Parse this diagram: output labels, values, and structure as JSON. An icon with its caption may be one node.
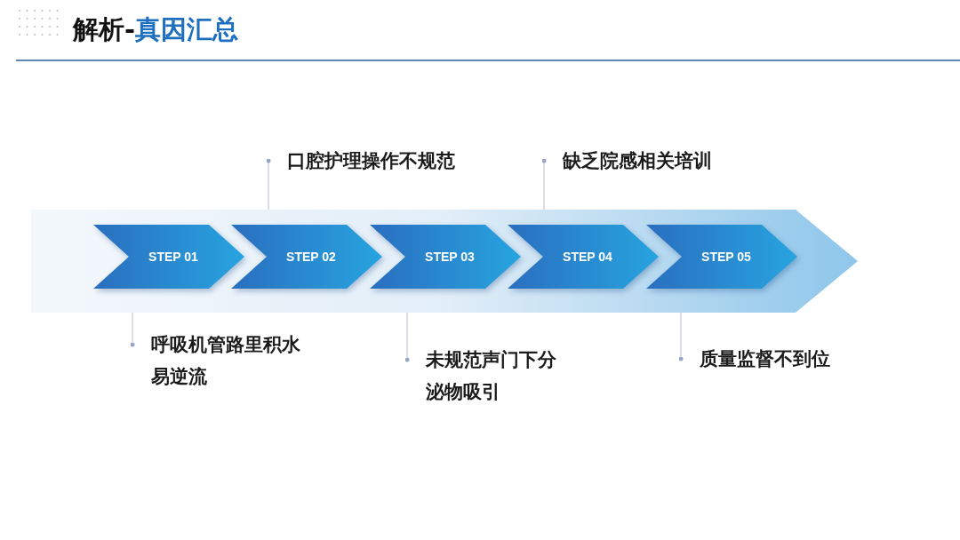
{
  "diagram": {
    "title": "解析-**真因汇总**",
    "nodes": [
      {
        "text": [],
        "shape": "arrow"
      },
      {
        "text": [
          "STEP 01"
        ],
        "in": 0
      },
      {
        "text": [
          "STEP 02"
        ],
        "in": 0
      },
      {
        "text": [
          "STEP 03"
        ],
        "in": 0
      },
      {
        "text": [
          "STEP 04"
        ],
        "in": 0
      },
      {
        "text": [
          "STEP 05"
        ],
        "in": 0
      },
      {
        "text": [
          "口腔护理操作不规范"
        ]
      },
      {
        "text": [
          "缺乏院感相关培训"
        ]
      },
      {
        "text": [
          "呼吸机管路里积水易逆流"
        ]
      },
      {
        "text": [
          "未规范声门下分泌物吸引"
        ]
      },
      {
        "text": [
          "质量监督不到位"
        ]
      }
    ],
    "edges": [
      {
        "from": 6,
        "to": 0,
        "arrow": "other"
      },
      {
        "from": 7,
        "to": 0,
        "arrow": "other"
      },
      {
        "from": 8,
        "to": 0,
        "arrow": "other"
      },
      {
        "from": 9,
        "to": 0,
        "arrow": "other"
      },
      {
        "from": 10,
        "to": 0,
        "arrow": "other"
      }
    ]
  }
}
